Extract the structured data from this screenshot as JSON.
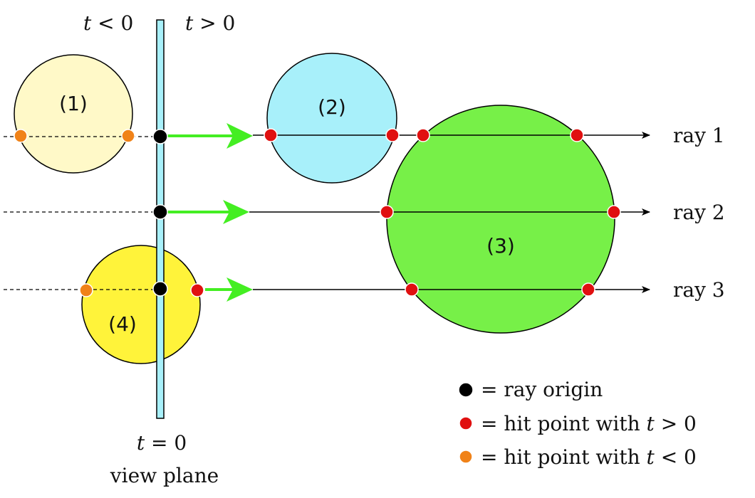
{
  "time_labels": {
    "negative": {
      "var": "t",
      "rest": " < 0"
    },
    "positive": {
      "var": "t",
      "rest": " > 0"
    },
    "zero": {
      "var": "t",
      "rest": " = 0"
    },
    "plane": "view plane"
  },
  "spheres": [
    {
      "label": "(1)",
      "color": "#fff9c8"
    },
    {
      "label": "(2)",
      "color": "#a8f0fa"
    },
    {
      "label": "(3)",
      "color": "#77f048"
    },
    {
      "label": "(4)",
      "color": "#fff33a"
    }
  ],
  "rays": [
    {
      "label": "ray 1"
    },
    {
      "label": "ray 2"
    },
    {
      "label": "ray 3"
    }
  ],
  "legend": {
    "origin": {
      "text": "= ray origin",
      "color": "#000000"
    },
    "hit_positive": {
      "text": "= hit point with ",
      "var": "t",
      "rest": " > 0",
      "color": "#e01010"
    },
    "hit_negative": {
      "text": "= hit point with ",
      "var": "t",
      "rest": " < 0",
      "color": "#f08218"
    }
  },
  "colors": {
    "view_plane": "#a8f0fa",
    "direction_arrow": "#44ee22",
    "hit_positive": "#e01010",
    "hit_negative": "#f08218",
    "origin": "#000000"
  }
}
